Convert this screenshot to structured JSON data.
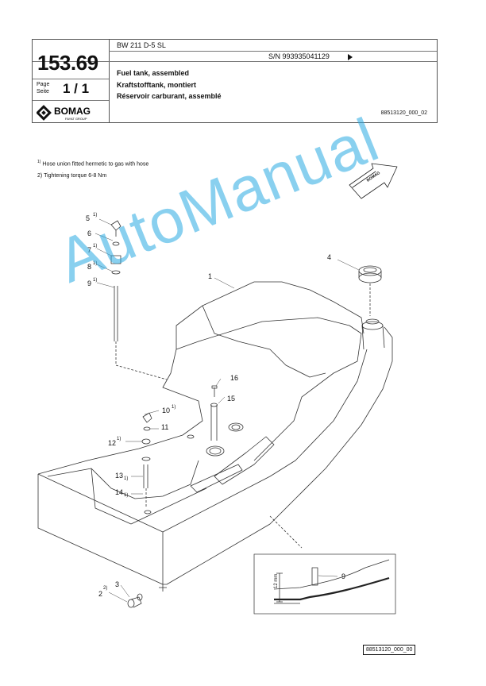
{
  "header": {
    "model": "BW 211 D-5 SL",
    "serial": "S/N 993935041129",
    "page_number": "153.69",
    "page_label_en": "Page",
    "page_label_de": "Seite",
    "page_value": "1 / 1",
    "title_en": "Fuel tank, assembled",
    "title_de": "Kraftstofftank, montiert",
    "title_fr": "Réservoir carburant, assemblé",
    "doc_number": "88513120_000_02",
    "brand": "BOMAG",
    "brand_sub": "FAYAT GROUP"
  },
  "notes": [
    {
      "marker": "1)",
      "text": "Hose union fitted hermetic to gas with hose"
    },
    {
      "marker": "2)",
      "text": "Tightening torque 6-8 Nm"
    }
  ],
  "drawing": {
    "direction_badge": "BOMAG",
    "labels": {
      "p1": "1",
      "p2": "2",
      "p2_note": "2)",
      "p3": "3",
      "p4": "4",
      "p5": "5",
      "p5_note": "1)",
      "p6": "6",
      "p7": "7",
      "p7_note": "1)",
      "p8": "8",
      "p8_note": "1)",
      "p9": "9",
      "p9_note": "1)",
      "p10": "10",
      "p10_note": "1)",
      "p11": "11",
      "p12": "12",
      "p12_note": "1)",
      "p13": "13",
      "p13_note": "1)",
      "p14": "14",
      "p14_note": "1)",
      "p15": "15",
      "p16": "16",
      "detail_9": "9",
      "detail_dim": "12 mm"
    },
    "figure_ref": "88513120_000_00"
  },
  "watermark": "AutoManual"
}
